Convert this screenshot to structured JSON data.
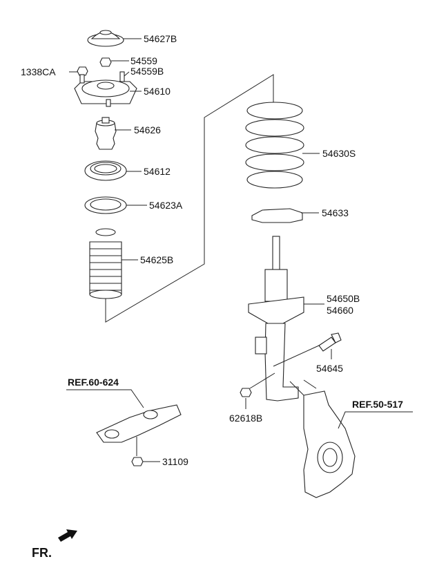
{
  "parts": {
    "p54627B": "54627B",
    "p54559": "54559",
    "p54559B": "54559B",
    "p1338CA": "1338CA",
    "p54610": "54610",
    "p54626": "54626",
    "p54612": "54612",
    "p54623A": "54623A",
    "p54625B": "54625B",
    "p54630S": "54630S",
    "p54633": "54633",
    "p54650B": "54650B",
    "p54660": "54660",
    "p54645": "54645",
    "p62618B": "62618B",
    "p31109": "31109"
  },
  "refs": {
    "ref_60_624": "REF.60-624",
    "ref_50_517": "REF.50-517"
  },
  "direction": {
    "fr": "FR."
  }
}
